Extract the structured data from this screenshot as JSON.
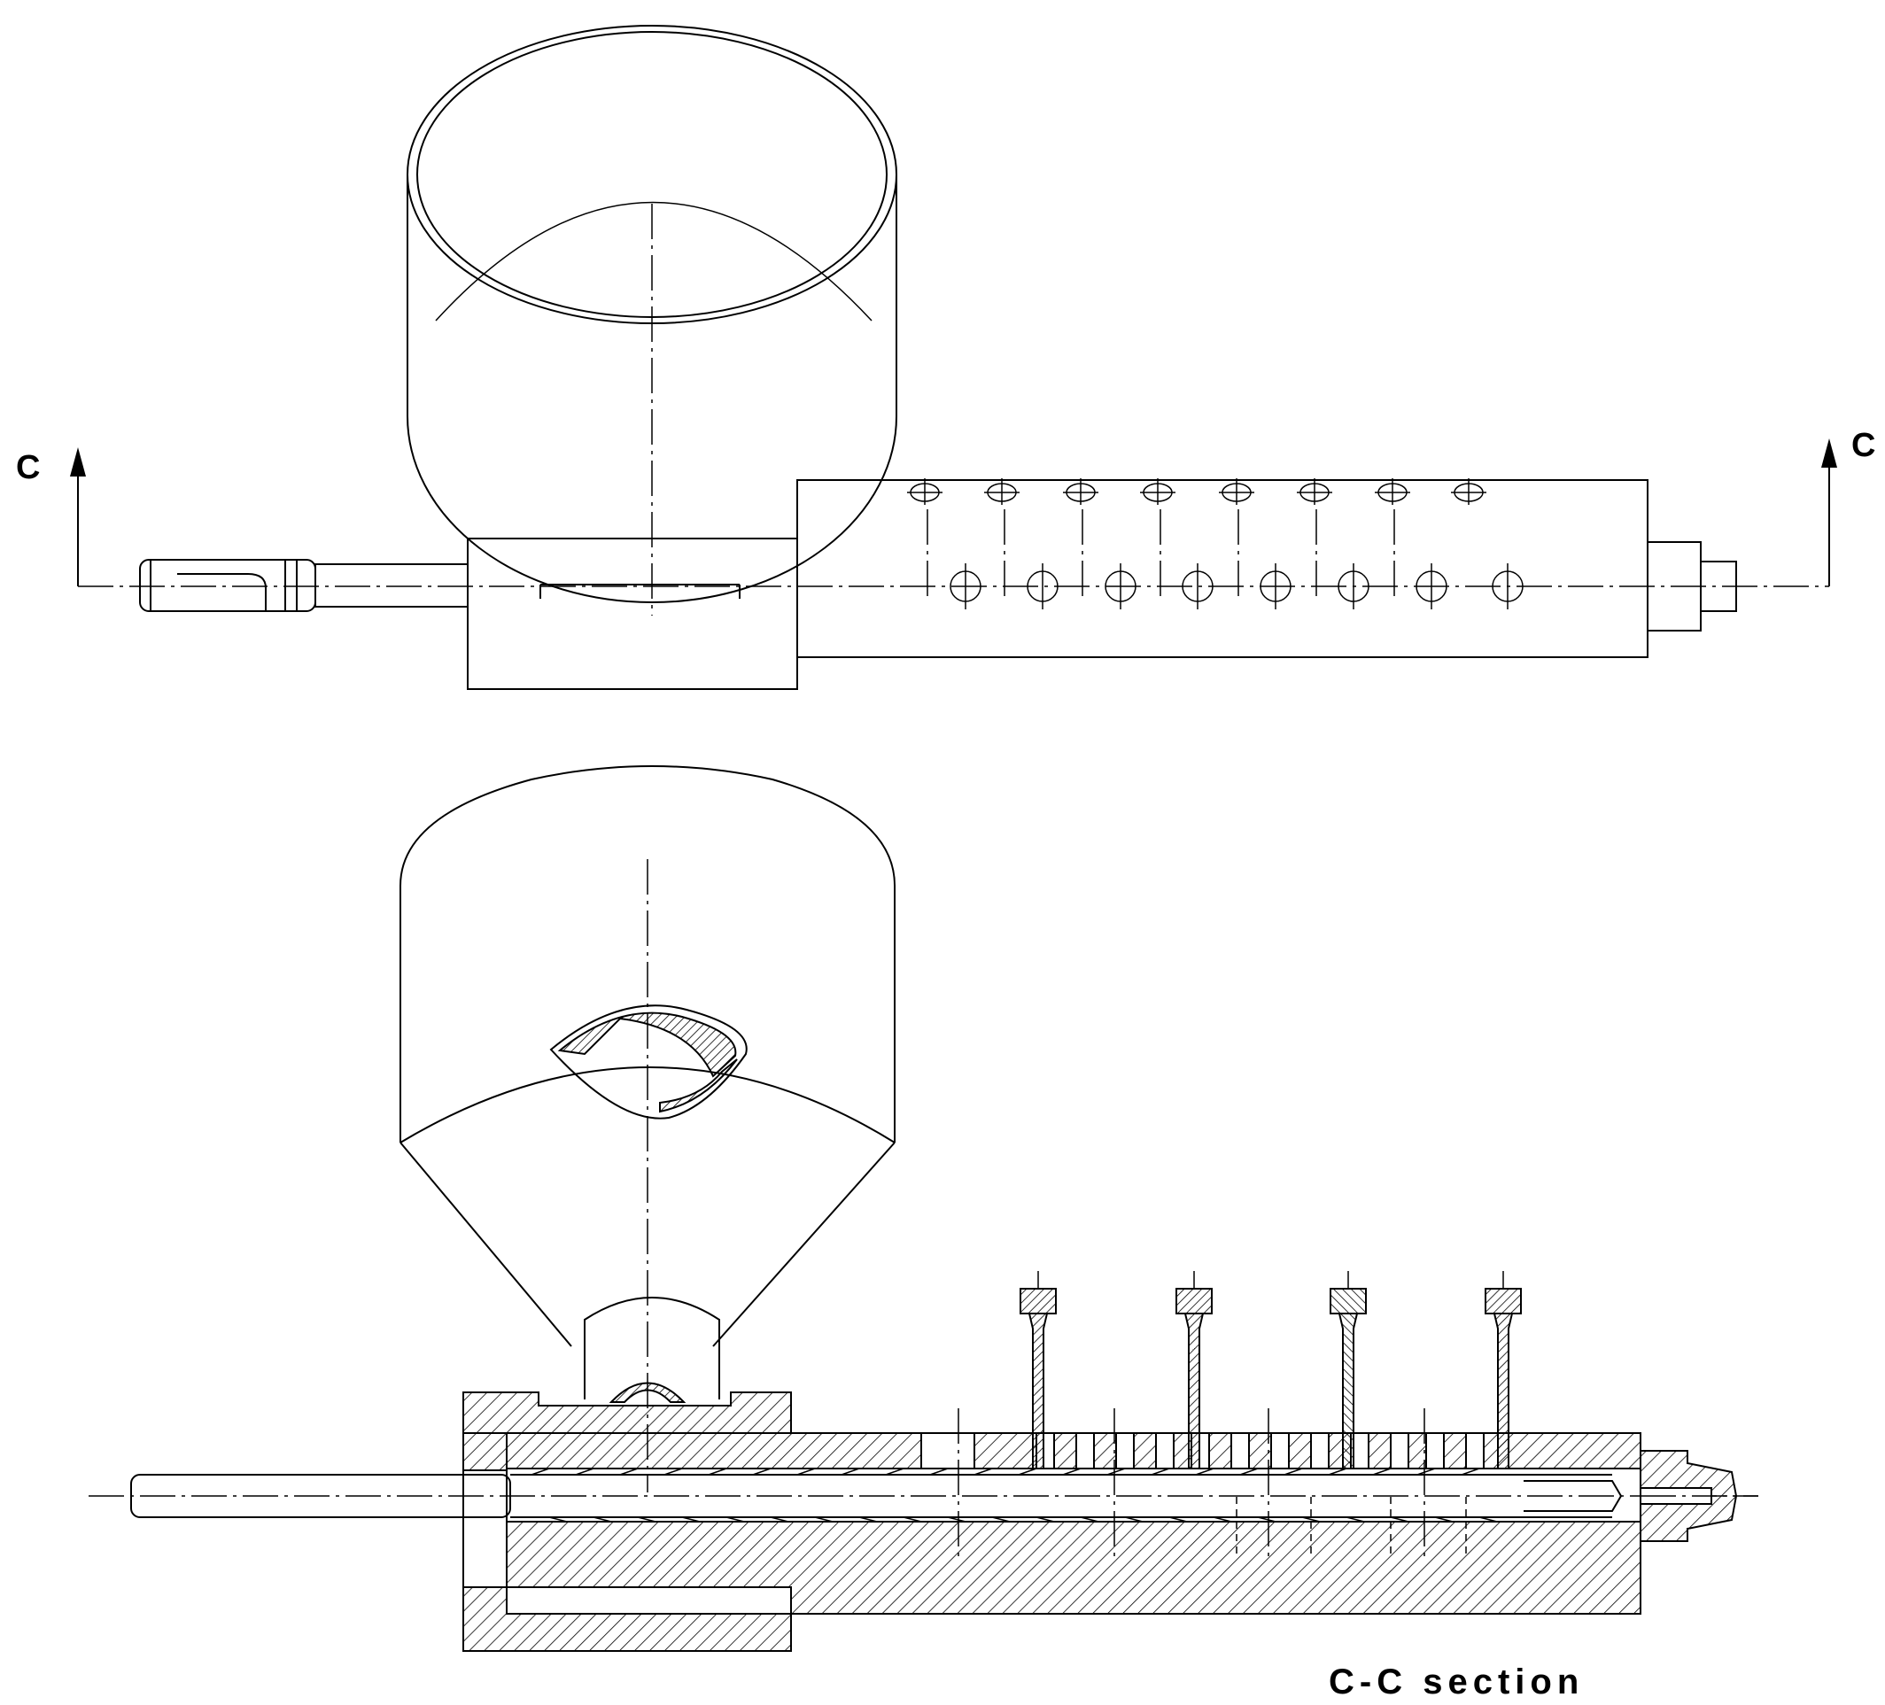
{
  "labels": {
    "cut_mark_left": "C",
    "cut_mark_right": "C",
    "section_caption": "C-C section"
  },
  "colors": {
    "line": "#000000",
    "background": "#ffffff"
  }
}
